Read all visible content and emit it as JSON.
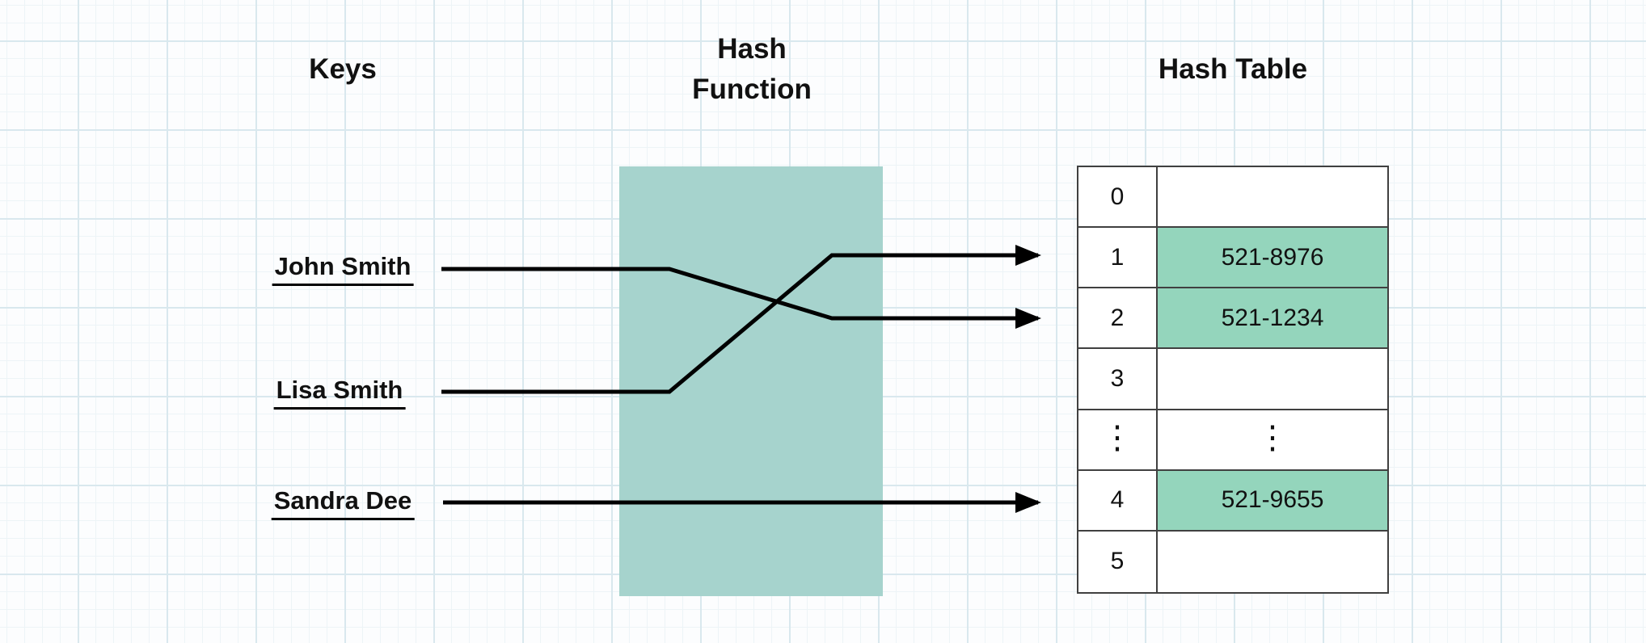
{
  "titles": {
    "keys": "Keys",
    "hash_function_line1": "Hash",
    "hash_function_line2": "Function",
    "hash_table": "Hash Table"
  },
  "keys": {
    "items": [
      {
        "label": "John Smith"
      },
      {
        "label": "Lisa Smith"
      },
      {
        "label": "Sandra Dee"
      }
    ]
  },
  "hash_table": {
    "rows": [
      {
        "index": "0",
        "value": "",
        "highlighted": false
      },
      {
        "index": "1",
        "value": "521-8976",
        "highlighted": true
      },
      {
        "index": "2",
        "value": "521-1234",
        "highlighted": true
      },
      {
        "index": "3",
        "value": "",
        "highlighted": false
      },
      {
        "index": "⋮",
        "value": "⋮",
        "highlighted": false,
        "ellipsis": true
      },
      {
        "index": "4",
        "value": "521-9655",
        "highlighted": true
      },
      {
        "index": "5",
        "value": "",
        "highlighted": false
      }
    ]
  },
  "mappings": [
    {
      "key": "John Smith",
      "slot": "2",
      "value": "521-1234"
    },
    {
      "key": "Lisa Smith",
      "slot": "1",
      "value": "521-8976"
    },
    {
      "key": "Sandra Dee",
      "slot": "4",
      "value": "521-9655"
    }
  ],
  "colors": {
    "hash_function_box": "#a6d3cd",
    "bucket_highlight": "#94d5bc",
    "table_border": "#404040",
    "arrow": "#000000",
    "grid_minor": "#edf4f7",
    "grid_major": "#d9e8ee"
  }
}
